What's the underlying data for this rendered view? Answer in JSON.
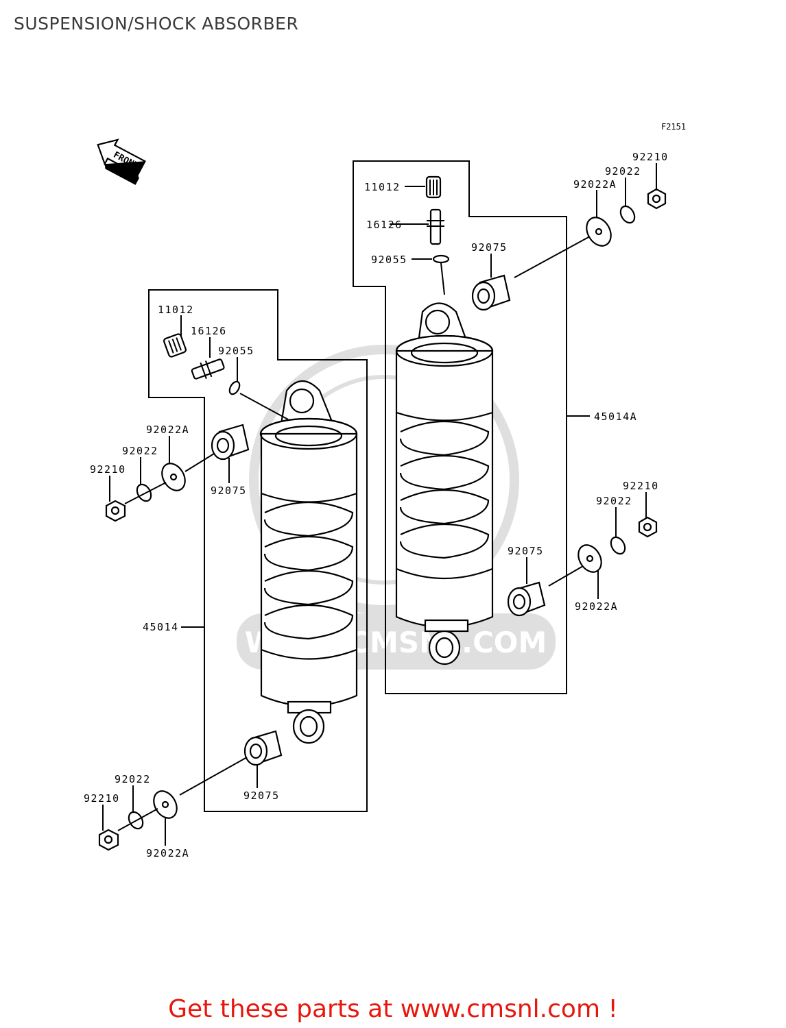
{
  "header": {
    "title": "SUSPENSION/SHOCK ABSORBER",
    "figure_number": "F2151"
  },
  "front_marker": {
    "label": "FRONT",
    "icon": "front-arrow-icon"
  },
  "watermark": {
    "text": "WWW.CMSNL.COM"
  },
  "callouts": [
    {
      "id": "c-11012-r",
      "part": "11012"
    },
    {
      "id": "c-16126-r",
      "part": "16126"
    },
    {
      "id": "c-92055-r",
      "part": "92055"
    },
    {
      "id": "c-92075-rt",
      "part": "92075"
    },
    {
      "id": "c-92210-rt",
      "part": "92210"
    },
    {
      "id": "c-92022-rt",
      "part": "92022"
    },
    {
      "id": "c-92022a-rt",
      "part": "92022A"
    },
    {
      "id": "c-45014a",
      "part": "45014A"
    },
    {
      "id": "c-92210-rb",
      "part": "92210"
    },
    {
      "id": "c-92022-rb",
      "part": "92022"
    },
    {
      "id": "c-92075-rb",
      "part": "92075"
    },
    {
      "id": "c-92022a-rb",
      "part": "92022A"
    },
    {
      "id": "c-11012-l",
      "part": "11012"
    },
    {
      "id": "c-16126-l",
      "part": "16126"
    },
    {
      "id": "c-92055-l",
      "part": "92055"
    },
    {
      "id": "c-92022a-lt",
      "part": "92022A"
    },
    {
      "id": "c-92022-lt",
      "part": "92022"
    },
    {
      "id": "c-92210-lt",
      "part": "92210"
    },
    {
      "id": "c-92075-lt",
      "part": "92075"
    },
    {
      "id": "c-45014",
      "part": "45014"
    },
    {
      "id": "c-92022-lb",
      "part": "92022"
    },
    {
      "id": "c-92210-lb",
      "part": "92210"
    },
    {
      "id": "c-92075-lb",
      "part": "92075"
    },
    {
      "id": "c-92022a-lb",
      "part": "92022A"
    }
  ],
  "footer": {
    "text": "Get these parts at www.cmsnl.com !",
    "color": "#e8160c"
  }
}
